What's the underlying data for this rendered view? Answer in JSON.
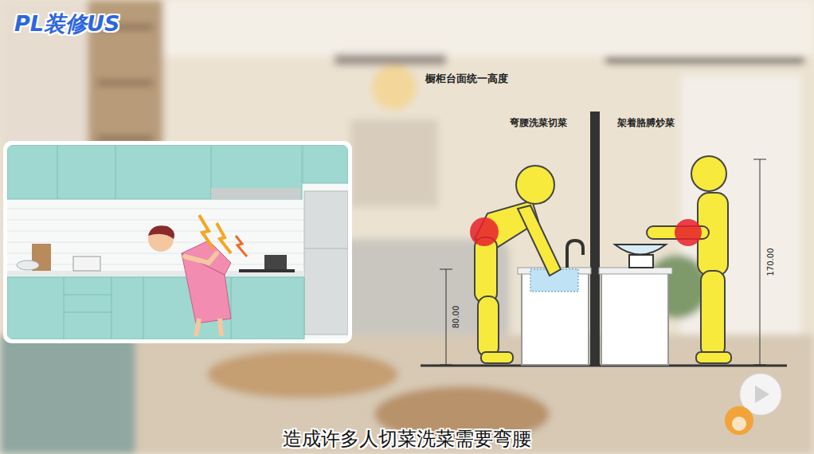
{
  "diagram": {
    "title": "橱柜台面统一高度",
    "caption": "造成许多人切菜洗菜需要弯腰",
    "labels": [
      "PL装修US",
      "弯腰洗菜切菜",
      "架着胳膊炒菜",
      "80.00",
      "170.00"
    ]
  }
}
